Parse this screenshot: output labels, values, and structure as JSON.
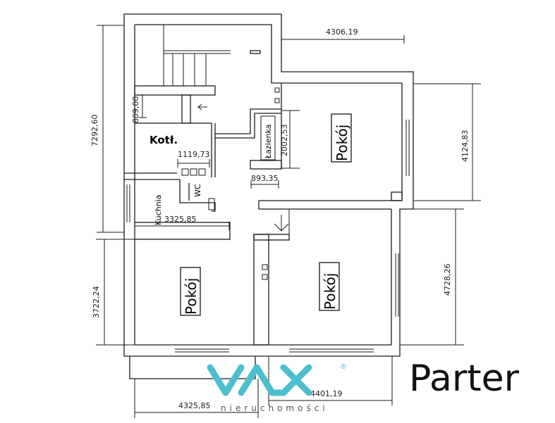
{
  "title": "Parter",
  "rooms": {
    "pokoj_top": "Pokój",
    "pokoj_bottom_left": "Pokój",
    "pokoj_bottom_right": "Pokój",
    "lazienka": "Łazienka",
    "kotl": "Kotł.",
    "wc": "WC",
    "kuchnia": "Kuchnia"
  },
  "dimensions": {
    "d4306": "4306,19",
    "d7292": "7292,60",
    "d4124": "4124,83",
    "d809": "809,00",
    "d2002": "2002,53",
    "d1119": "1119,73",
    "d893": "893,35",
    "d3325": "3325,85",
    "d3722": "3722,24",
    "d4728": "4728,26",
    "d4401": "4401,19",
    "d4325": "4325,85"
  },
  "logo": {
    "brand": "VAX",
    "tagline": "nieruchomości",
    "registered": "®",
    "color": "#4bbfcf"
  }
}
